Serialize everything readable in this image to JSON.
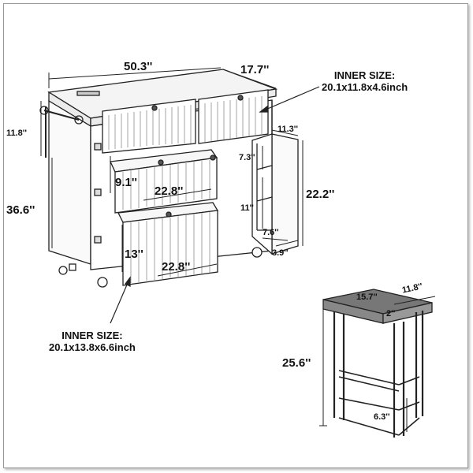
{
  "cart": {
    "width": "50.3''",
    "depth": "17.7''",
    "height": "36.6''",
    "side_height": "11.8''",
    "upper_drawer_height": "9.1''",
    "upper_drawer_width": "22.8''",
    "lower_drawer_height": "13''",
    "lower_drawer_width": "22.8''",
    "cabinet_depth": "11.3''",
    "cabinet_height": "22.2''",
    "shelf_upper_gap": "7.3''",
    "shelf_lower_gap": "11''",
    "shelf_depth": "7.6''",
    "shelf_lip": "3.9''"
  },
  "inner_top": {
    "title": "INNER SIZE:",
    "size": "20.1x11.8x4.6inch"
  },
  "inner_bottom": {
    "title": "INNER SIZE:",
    "size": "20.1x13.8x6.6inch"
  },
  "stool": {
    "width": "15.7''",
    "depth": "11.8''",
    "seat_thickness": "2''",
    "height": "25.6''",
    "footrest_height": "6.3''"
  },
  "colors": {
    "line": "#222222",
    "seat": "#777777",
    "frame": "#9a9a9a"
  }
}
